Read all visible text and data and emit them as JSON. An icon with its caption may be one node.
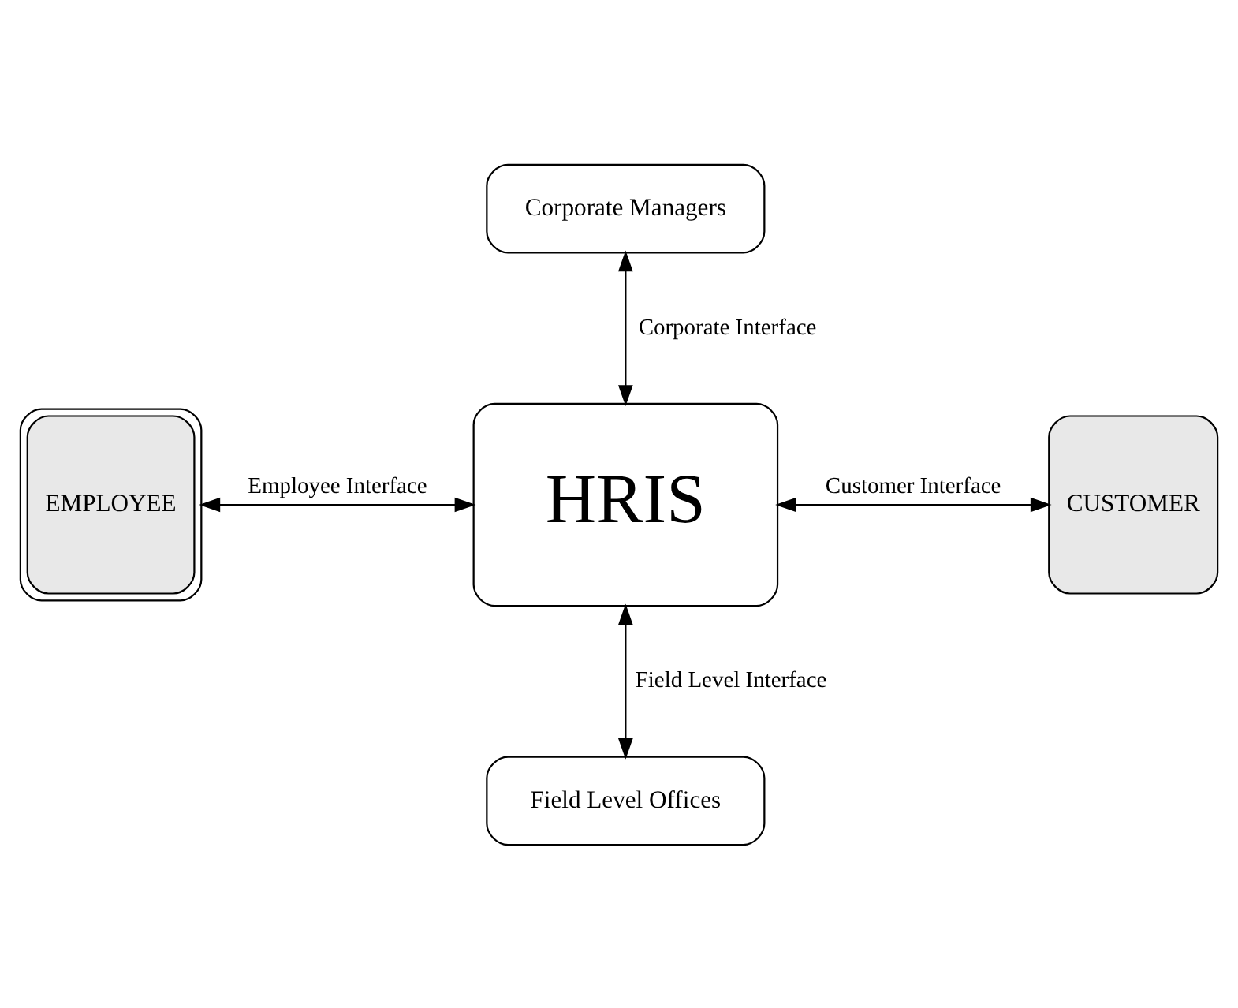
{
  "diagram": {
    "nodes": [
      {
        "text": [
          "Corporate Managers"
        ]
      },
      {
        "text": [
          "EMPLOYEE"
        ]
      },
      {
        "text": [
          "HRIS"
        ]
      },
      {
        "text": [
          "CUSTOMER"
        ]
      },
      {
        "text": [
          "Field Level Offices"
        ]
      }
    ],
    "edges": [
      {
        "from": 0,
        "to": 2,
        "arrow": "both",
        "label": "Corporate Interface"
      },
      {
        "from": 1,
        "to": 2,
        "arrow": "both",
        "label": "Employee Interface"
      },
      {
        "from": 2,
        "to": 3,
        "arrow": "both",
        "label": "Customer Interface"
      },
      {
        "from": 2,
        "to": 4,
        "arrow": "both",
        "label": "Field Level Interface"
      }
    ]
  }
}
